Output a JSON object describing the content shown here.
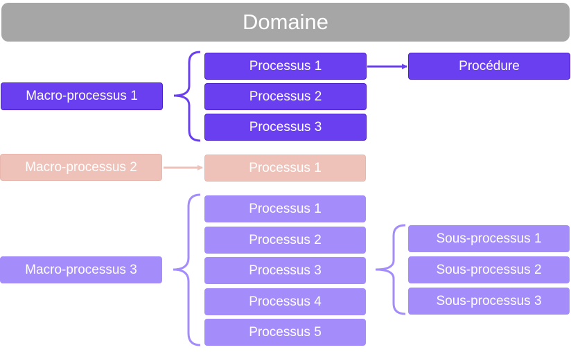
{
  "domain": {
    "label": "Domaine"
  },
  "groups": [
    {
      "macro": "Macro-processus 1",
      "processes": [
        "Processus 1",
        "Processus 2",
        "Processus 3"
      ],
      "procedure": "Procédure",
      "color": "#6a3ff0"
    },
    {
      "macro": "Macro-processus 2",
      "processes": [
        "Processus 1"
      ],
      "color": "#eec2b9"
    },
    {
      "macro": "Macro-processus 3",
      "processes": [
        "Processus 1",
        "Processus 2",
        "Processus 3",
        "Processus 4",
        "Processus 5"
      ],
      "subprocesses": [
        "Sous-processus 1",
        "Sous-processus 2",
        "Sous-processus 3"
      ],
      "color": "#a48cfb"
    }
  ]
}
